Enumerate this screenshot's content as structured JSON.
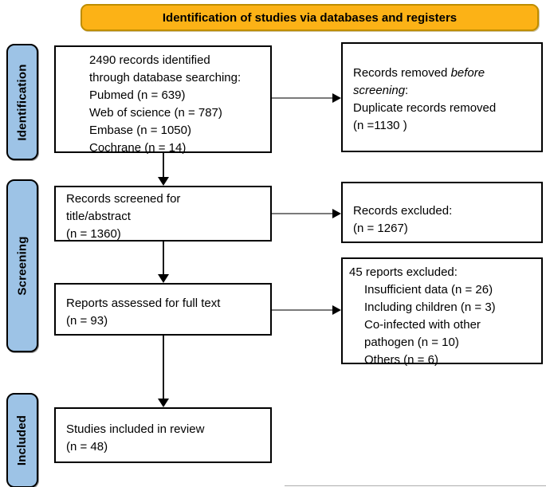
{
  "banner": {
    "title": "Identification of studies via databases and registers"
  },
  "stages": {
    "identification": "Identification",
    "screening": "Screening",
    "included": "Included"
  },
  "boxes": {
    "identified": {
      "lines": [
        "2490 records identified",
        "through database searching:",
        "Pubmed (n = 639)",
        "Web of science (n = 787)",
        "Embase (n = 1050)",
        "Cochrane (n = 14)"
      ]
    },
    "removed_before_screening": {
      "line1_prefix": "Records removed ",
      "line1_italic": "before",
      "line2_italic": "screening",
      "line2_suffix": ":",
      "line3": "Duplicate records removed",
      "line4": "(n =1130 )"
    },
    "screened": {
      "lines": [
        "Records screened for",
        "title/abstract",
        "(n = 1360)"
      ]
    },
    "records_excluded": {
      "lines": [
        "Records excluded:",
        "(n = 1267)"
      ]
    },
    "assessed": {
      "lines": [
        "Reports assessed for full text",
        "(n = 93)"
      ]
    },
    "reports_excluded": {
      "header": "45 reports excluded:",
      "items": [
        "Insufficient data (n = 26)",
        "Including children (n = 3)",
        "Co-infected with other",
        "pathogen (n = 10)",
        "Others (n = 6)"
      ]
    },
    "included_review": {
      "lines": [
        "Studies included in review",
        "(n = 48)"
      ]
    }
  },
  "colors": {
    "banner_fill": "#FCB216",
    "banner_border": "#BE8D00",
    "stage_fill": "#9DC3E6",
    "box_border": "#000000",
    "arrow_line_horizontal": "#7A7A7A",
    "arrow_line_vertical": "#1A1A1A",
    "arrow_head": "#000000"
  }
}
